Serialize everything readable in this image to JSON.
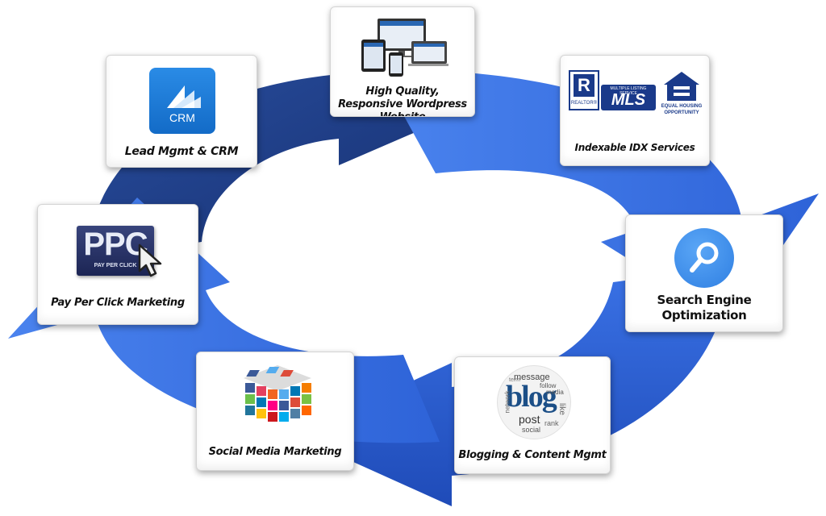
{
  "cards": {
    "website": {
      "label": "High Quality, Responsive Wordpress Website"
    },
    "crm": {
      "label": "Lead Mgmt & CRM",
      "icon_text": "CRM",
      "icon": "crm-logo-icon"
    },
    "idx": {
      "label": "Indexable IDX Services",
      "icon": "realtor-mls-equal-housing-icon",
      "realtor_letter": "R",
      "realtor_text": "REALTOR®",
      "mls_small": "MULTIPLE LISTING SERVICE",
      "mls_text": "MLS",
      "eho_text": "EQUAL HOUSING",
      "eho_text2": "OPPORTUNITY"
    },
    "ppc": {
      "label": "Pay Per Click Marketing",
      "icon_text": "PPC",
      "icon_sub": "PAY PER CLICK",
      "icon": "ppc-cursor-icon"
    },
    "seo": {
      "label": "Search Engine Optimization",
      "icon": "magnifier-icon"
    },
    "social": {
      "label": "Social Media Marketing",
      "icon": "social-cube-icon"
    },
    "blog": {
      "label": "Blogging & Content Mgmt",
      "icon": "blog-word-cloud-icon",
      "words": [
        "message",
        "blog",
        "post",
        "social",
        "network",
        "follow",
        "media",
        "like",
        "rank",
        "term"
      ]
    }
  },
  "colors": {
    "arrow_dark": "#1c3c86",
    "arrow_mid": "#2a5fd6",
    "arrow_light": "#4f86ef",
    "crm_blue": "#1d7bd7",
    "seo_blue": "#3d8ff0"
  }
}
